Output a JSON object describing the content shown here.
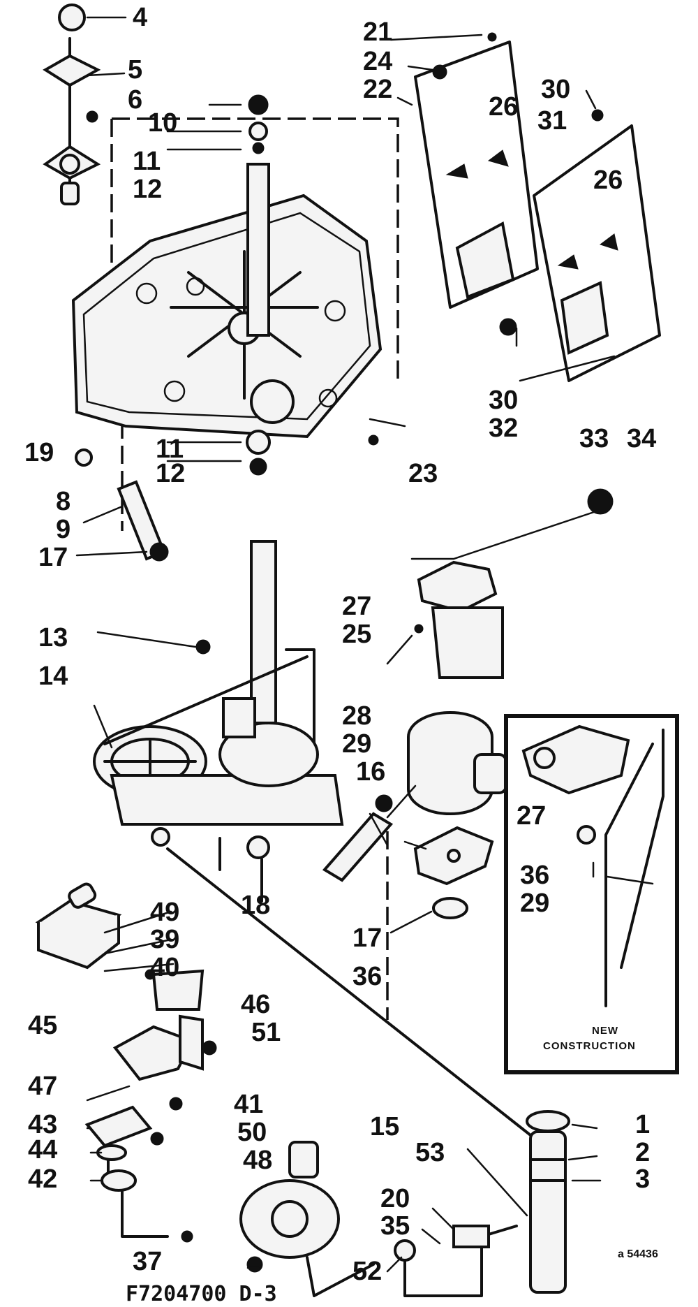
{
  "diagram": {
    "callouts": {
      "n1": "1",
      "n2": "2",
      "n3": "3",
      "n4": "4",
      "n5": "5",
      "n6": "6",
      "n8": "8",
      "n9": "9",
      "n10": "10",
      "n11a": "11",
      "n12a": "12",
      "n11b": "11",
      "n12b": "12",
      "n13": "13",
      "n14": "14",
      "n15": "15",
      "n16": "16",
      "n17a": "17",
      "n17b": "17",
      "n18": "18",
      "n19": "19",
      "n20": "20",
      "n21": "21",
      "n22": "22",
      "n23": "23",
      "n24": "24",
      "n25": "25",
      "n26a": "26",
      "n26b": "26",
      "n27a": "27",
      "n27b": "27",
      "n28": "28",
      "n29a": "29",
      "n29b": "29",
      "n30a": "30",
      "n30b": "30",
      "n31": "31",
      "n32": "32",
      "n33": "33",
      "n34": "34",
      "n35": "35",
      "n36a": "36",
      "n36b": "36",
      "n37": "37",
      "n39": "39",
      "n40": "40",
      "n41": "41",
      "n42": "42",
      "n43": "43",
      "n44": "44",
      "n45": "45",
      "n46": "46",
      "n47": "47",
      "n48": "48",
      "n49": "49",
      "n50": "50",
      "n51": "51",
      "n52": "52",
      "n53": "53"
    },
    "inset_label_line1": "NEW",
    "inset_label_line2": "CONSTRUCTION",
    "drawing_number": "F7204700 D-3",
    "corner_code": "a 54436"
  }
}
